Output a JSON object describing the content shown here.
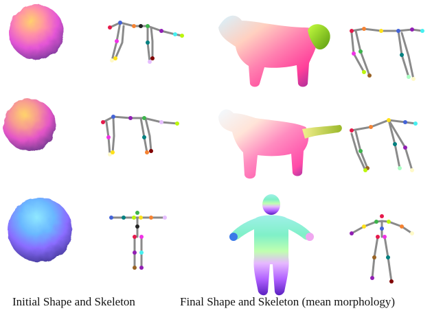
{
  "captions": {
    "initial": "Initial Shape and Skeleton",
    "final": "Final Shape and Skeleton (mean morphology)"
  },
  "rows": [
    {
      "final_shape": "cat-1",
      "initial_skeleton": "quadruped",
      "final_skeleton": "quadruped"
    },
    {
      "final_shape": "cat-2",
      "initial_skeleton": "quadruped",
      "final_skeleton": "quadruped"
    },
    {
      "final_shape": "human",
      "initial_skeleton": "humanoid",
      "final_skeleton": "humanoid"
    }
  ],
  "colors": {
    "bone": "#8a8a8a",
    "joints": [
      "#e6194b",
      "#3cb44b",
      "#ffe119",
      "#4363d8",
      "#f58231",
      "#911eb4",
      "#46f0f0",
      "#f032e6",
      "#bcf60c",
      "#fabebe",
      "#008080",
      "#e6beff",
      "#9a6324",
      "#fffac8",
      "#800000",
      "#aaffc3",
      "#222222"
    ]
  }
}
